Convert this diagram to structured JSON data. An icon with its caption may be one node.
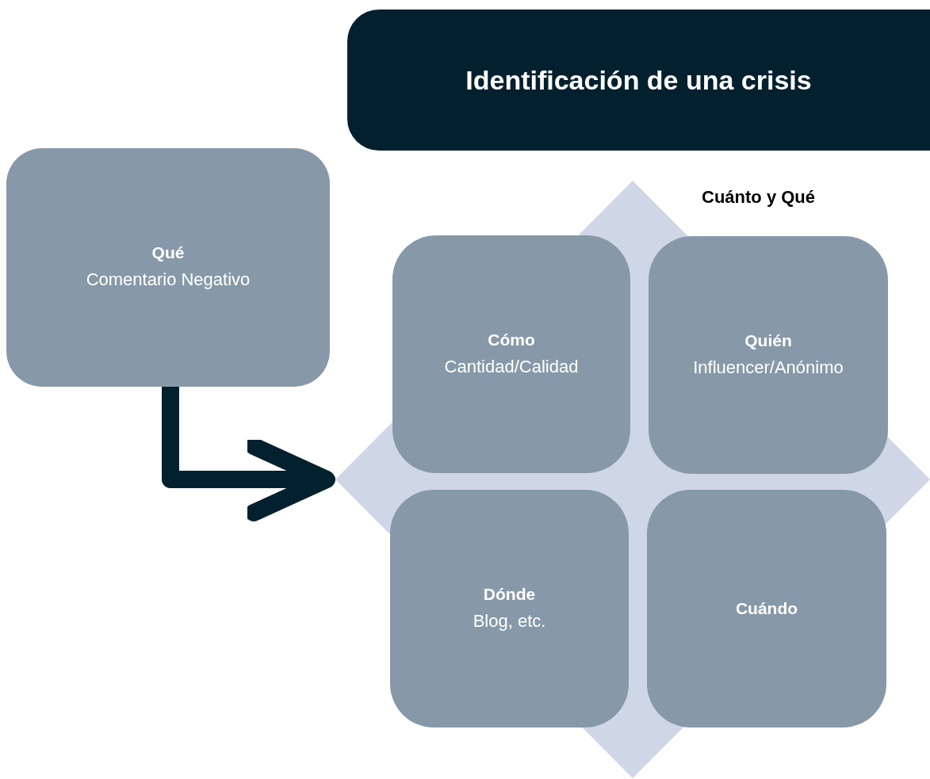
{
  "diagram": {
    "nodes": [
      {
        "text": [
          "Identificación de una crisis"
        ]
      },
      {
        "text": [
          "Qué",
          "Comentario Negativo"
        ]
      },
      {
        "text": [
          "Cuánto y Qué"
        ]
      },
      {
        "text": [
          "Cómo",
          "Cantidad/Calidad"
        ],
        "in": 2
      },
      {
        "text": [
          "Quién",
          "Influencer/Anónimo"
        ],
        "in": 2
      },
      {
        "text": [
          "Dónde",
          "Blog, etc."
        ],
        "in": 2
      },
      {
        "text": [
          "Cuándo"
        ],
        "in": 2
      }
    ],
    "edges": [
      {
        "from": 1,
        "to": 2,
        "arrow": "to"
      }
    ]
  }
}
